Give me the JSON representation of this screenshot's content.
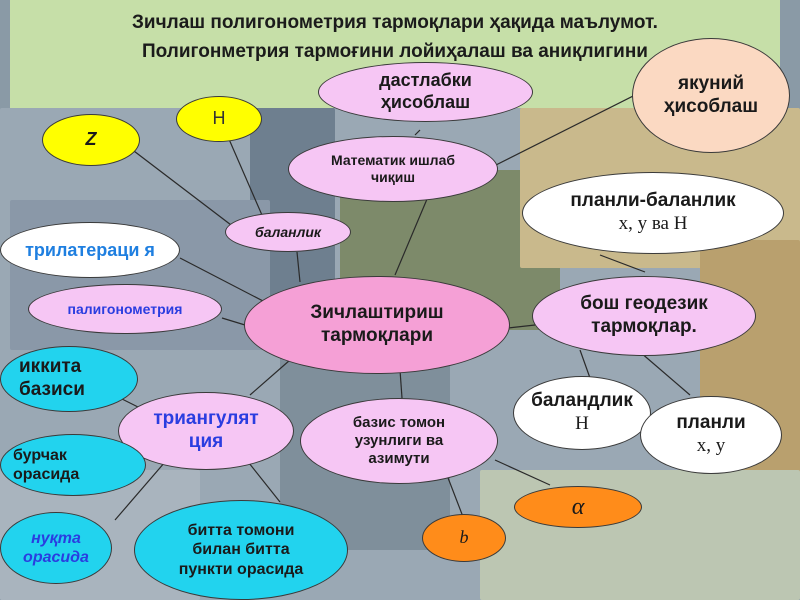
{
  "title": {
    "line1": "Зичлаш полигонометрия тармоқлари ҳақида маълумот.",
    "line2": "Полигонметрия тармоғини лойиҳалаш ва аниқлигини"
  },
  "nodes": {
    "center": "Зичлаштириш тармоқлари",
    "initial_calc": "дастлабки ҳисоблаш",
    "final_calc": "якуний ҳисоблаш",
    "math_processing": "Математик ишлаб чиқиш",
    "z": "Z",
    "h": "H",
    "height": "баланлик",
    "trilateration": "трилатераци я",
    "polygonometry": "палигонометрия",
    "plan_height": "планли-баланлик",
    "plan_height_sub": "x, y ва H",
    "free_geodetic": "бош геодезик тармоқлар.",
    "two_bases": "иккита базиси",
    "triangulation": "триангулят ция",
    "base_side": "базис томон узунлиги ва азимути",
    "height2": "баландлик",
    "height2_sub": "H",
    "planned": "планли",
    "planned_sub": "x, y",
    "angle_between": "бурчак орасида",
    "point_between": "нуқта орасида",
    "one_side": "битта томони билан битта пункти орасида",
    "alpha": "α",
    "b": "b"
  },
  "colors": {
    "title_bg": "#c6dfa8",
    "pink": "#f6c6f4",
    "cyan": "#22d3ee",
    "yellow": "#ffff00",
    "orange": "#ff8c1a",
    "peach": "#fbd9c2",
    "center": "#f5a0d6"
  }
}
